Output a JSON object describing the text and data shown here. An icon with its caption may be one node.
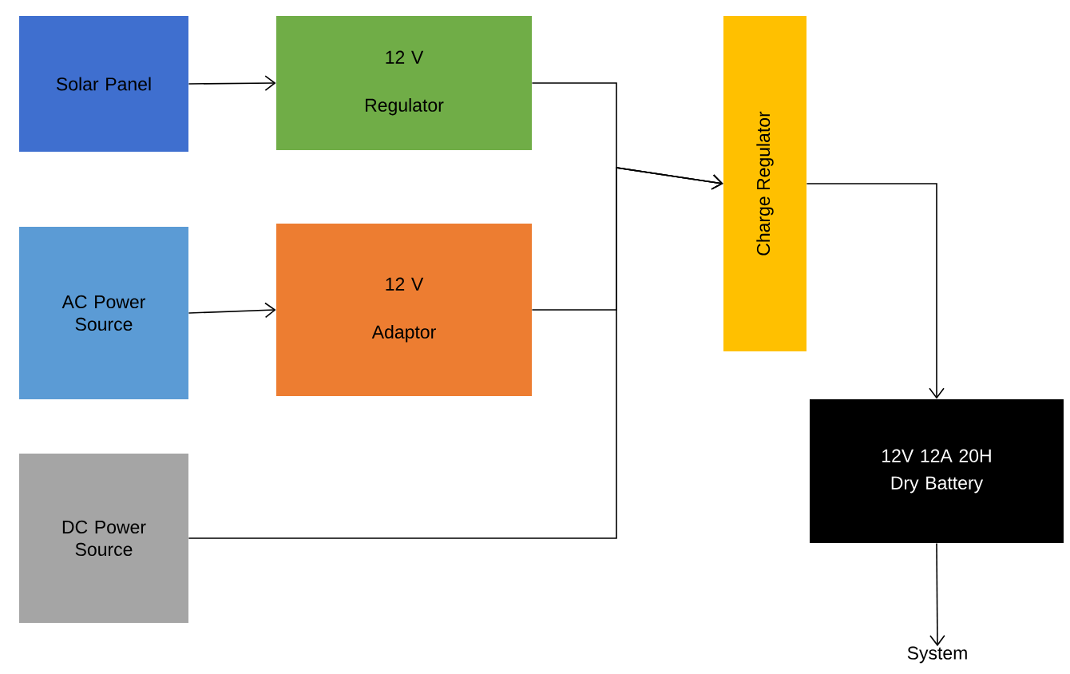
{
  "diagram": {
    "nodes": [
      {
        "text": [
          "Solar Panel"
        ]
      },
      {
        "text": [
          "12 V",
          "Regulator"
        ]
      },
      {
        "text": [
          "AC Power Source"
        ]
      },
      {
        "text": [
          "12 V",
          "Adaptor"
        ]
      },
      {
        "text": [
          "DC Power Source"
        ]
      },
      {
        "text": [
          "Charge Regulator"
        ]
      },
      {
        "text": [
          "12V 12A 20H",
          "Dry Battery"
        ]
      },
      {
        "text": [
          "System"
        ]
      }
    ],
    "edges": [
      {
        "from": 0,
        "to": 1,
        "arrow": "to"
      },
      {
        "from": 2,
        "to": 3,
        "arrow": "to"
      },
      {
        "from": 1,
        "to": 5,
        "arrow": "to"
      },
      {
        "from": 3,
        "to": 5,
        "arrow": "to"
      },
      {
        "from": 4,
        "to": 5,
        "arrow": "to"
      },
      {
        "from": 5,
        "to": 6,
        "arrow": "to"
      },
      {
        "from": 6,
        "to": 7,
        "arrow": "to"
      }
    ]
  }
}
